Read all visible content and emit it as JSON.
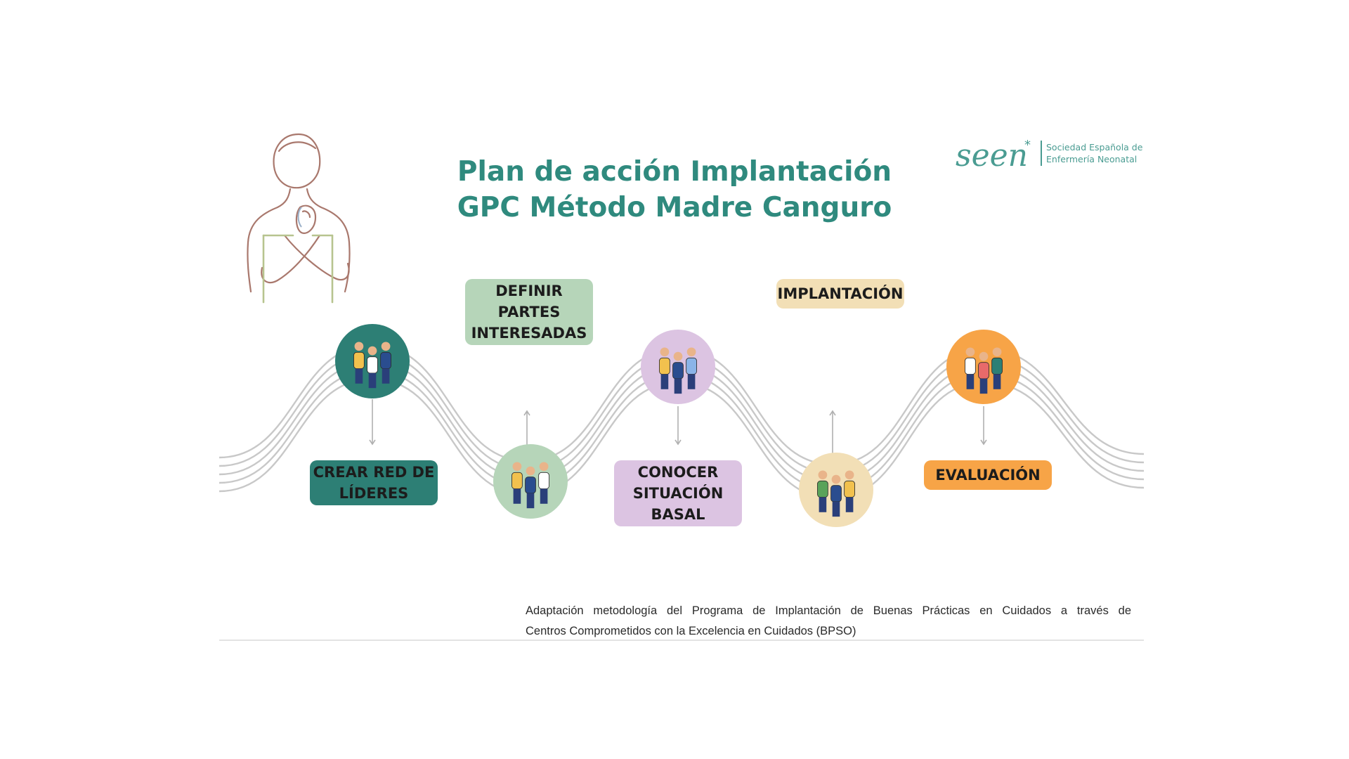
{
  "title": {
    "line1": "Plan de acción Implantación",
    "line2": "GPC Método Madre Canguro"
  },
  "logo": {
    "wordmark": "seen",
    "org_line1": "Sociedad Española de",
    "org_line2": "Enfermería Neonatal"
  },
  "steps": [
    {
      "label": "CREAR  RED DE\nLÍDERES",
      "color": "#2d7f75",
      "icon": "team-pyramid-icon"
    },
    {
      "label": "DEFINIR\nPARTES\nINTERESADAS",
      "color": "#b6d5b9",
      "icon": "stakeholder-group-icon"
    },
    {
      "label": "CONOCER\nSITUACIÓN\nBASAL",
      "color": "#dcc4e2",
      "icon": "analysis-magnifier-icon"
    },
    {
      "label": "IMPLANTACIÓN",
      "color": "#f2dfb6",
      "icon": "team-meeting-icon"
    },
    {
      "label": "EVALUACIÓN",
      "color": "#f7a447",
      "icon": "evaluation-discussion-icon"
    }
  ],
  "caption": {
    "line1": "Adaptación metodología del Programa de Implantación de Buenas Prácticas en Cuidados a través de",
    "line2": "Centros Comprometidos con la Excelencia en Cuidados (BPSO)"
  }
}
